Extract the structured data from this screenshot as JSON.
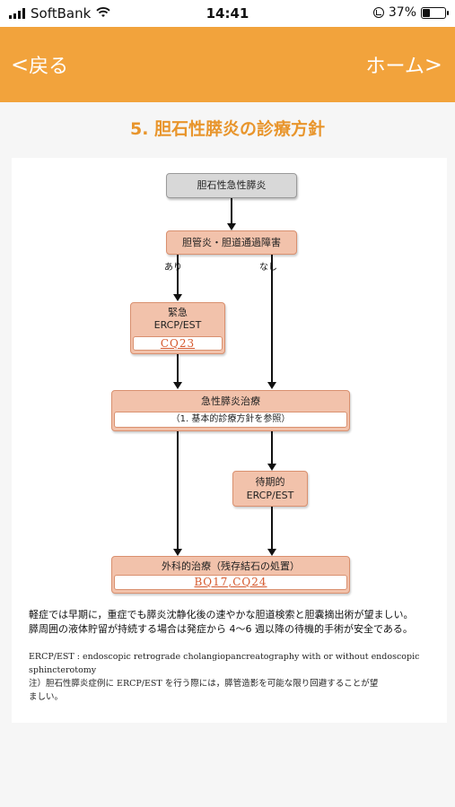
{
  "status_bar": {
    "carrier": "SoftBank",
    "time": "14:41",
    "battery_percent_label": "37%",
    "battery_level": 0.37
  },
  "nav": {
    "back_chevron": "<",
    "back_label": "戻る",
    "home_label": "ホーム",
    "home_chevron": ">"
  },
  "page": {
    "title": "5. 胆石性膵炎の診療方針"
  },
  "flowchart": {
    "start": "胆石性急性膵炎",
    "step2": "胆管炎・胆道通過障害",
    "branch_yes": "あり",
    "branch_no": "なし",
    "urgent_line1": "緊急",
    "urgent_line2": "ERCP/EST",
    "urgent_link": "CQ23",
    "treatment": "急性膵炎治療",
    "treatment_sub": "（1. 基本的診療方針を参照）",
    "elective_line1": "待期的",
    "elective_line2": "ERCP/EST",
    "surgery": "外科的治療（残存結石の処置）",
    "surgery_link": "BQ17,CQ24"
  },
  "body": {
    "text_line1": "軽症では早期に，重症でも膵炎沈静化後の速やかな胆道検索と胆嚢摘出術が望ましい。",
    "text_line2": "膵周囲の液体貯留が持続する場合は発症から 4〜6 週以降の待機的手術が安全である。",
    "note_line1": "ERCP/EST : endoscopic retrograde cholangiopancreatography with or without endoscopic",
    "note_line2": "sphincterotomy",
    "note_line3": "注）胆石性膵炎症例に ERCP/EST を行う際には，膵管造影を可能な限り回避することが望",
    "note_line4": "ましい。"
  },
  "colors": {
    "nav_bg": "#f2a33c",
    "title": "#e8952c",
    "box_pink": "#f2c2ab",
    "box_gray": "#d8d8d8",
    "link": "#d5582c"
  }
}
